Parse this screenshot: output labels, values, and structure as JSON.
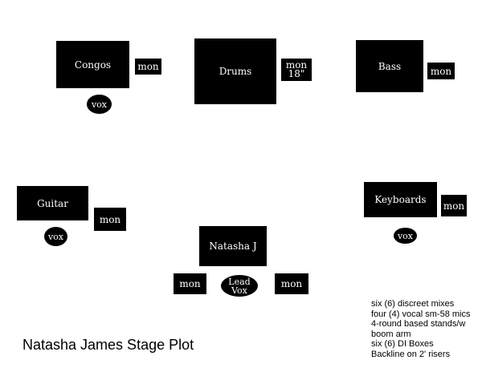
{
  "stage": {
    "instruments": {
      "congos": "Congos",
      "drums": "Drums",
      "bass": "Bass",
      "guitar": "Guitar",
      "keyboards": "Keyboards",
      "natasha": "Natasha J"
    },
    "monitors": {
      "congos": "mon",
      "drums_line1": "mon",
      "drums_line2": "18\"",
      "bass": "mon",
      "guitar": "mon",
      "keyboards": "mon",
      "lead_left": "mon",
      "lead_right": "mon"
    },
    "vocals": {
      "congos": "vox",
      "guitar": "vox",
      "keyboards": "vox",
      "lead_line1": "Lead",
      "lead_line2": "Vox"
    }
  },
  "title": "Natasha James Stage Plot",
  "notes": [
    "six (6) discreet mixes",
    "four (4) vocal sm-58 mics",
    "4-round based stands/w",
    "boom arm",
    "six (6) DI Boxes",
    "Backline on 2' risers"
  ],
  "colors": {
    "background": "#ffffff",
    "shapes": "#000000",
    "shape_text": "#ffffff"
  }
}
